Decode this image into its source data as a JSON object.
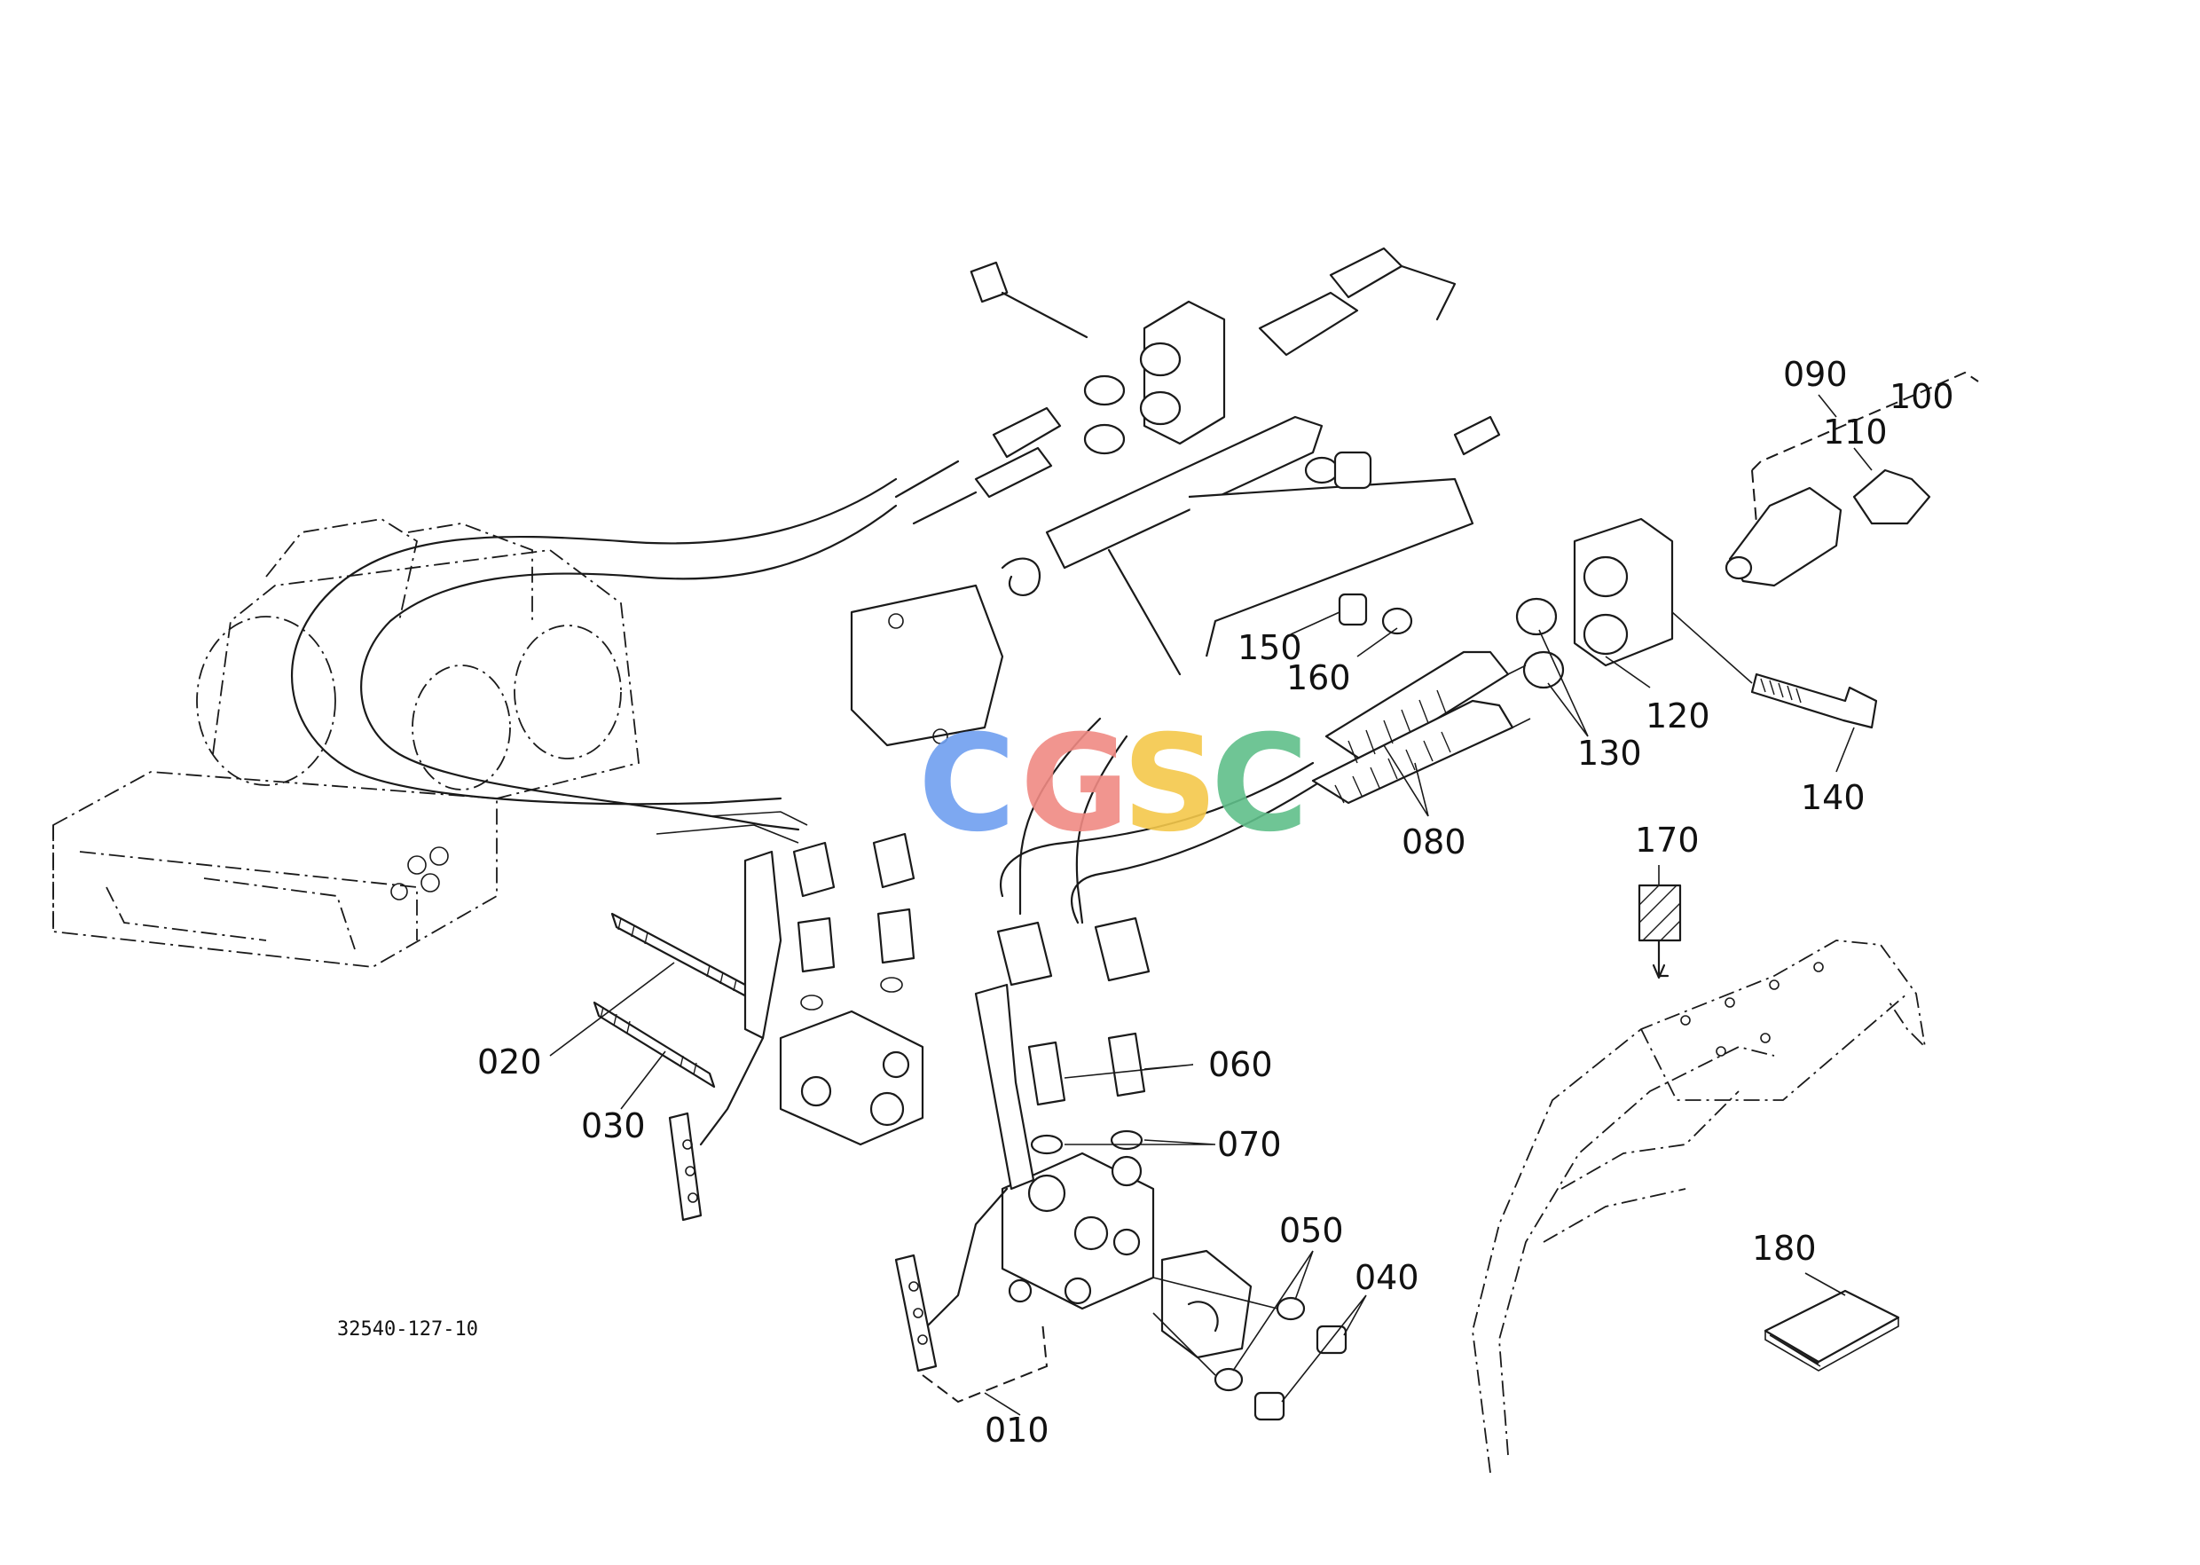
{
  "drawing_number": "32540-127-10",
  "watermark": {
    "letters": [
      "C",
      "G",
      "S",
      "C"
    ],
    "colors": [
      "#6f9ff0",
      "#f08a83",
      "#f4c84a",
      "#5fbf8a"
    ]
  },
  "callouts": {
    "p010": "010",
    "p020": "020",
    "p030": "030",
    "p040": "040",
    "p050": "050",
    "p060": "060",
    "p070": "070",
    "p080": "080",
    "p090": "090",
    "p100": "100",
    "p110": "110",
    "p120": "120",
    "p130": "130",
    "p140": "140",
    "p150": "150",
    "p160": "160",
    "p170": "170",
    "p180": "180"
  }
}
